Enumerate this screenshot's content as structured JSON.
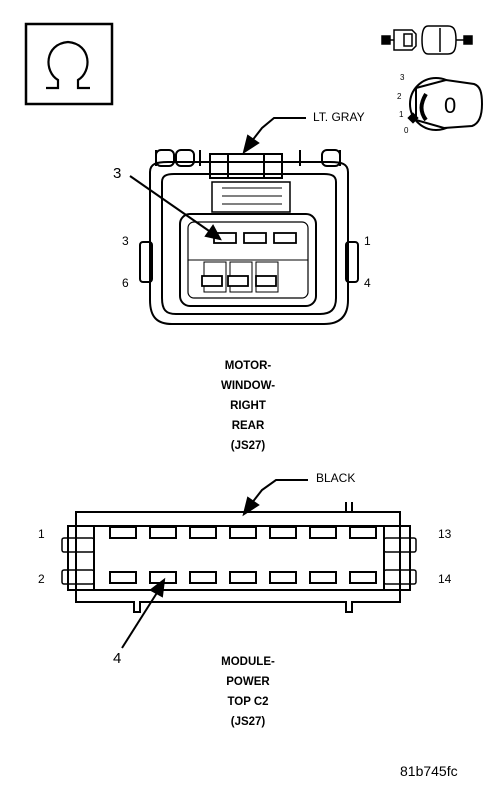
{
  "connector1": {
    "color_label": "LT. GRAY",
    "callout": "3",
    "pin_labels": {
      "top_left": "3",
      "top_right": "1",
      "bottom_left": "6",
      "bottom_right": "4"
    },
    "title_lines": [
      "MOTOR-",
      "WINDOW-",
      "RIGHT",
      "REAR",
      "(JS27)"
    ]
  },
  "connector2": {
    "color_label": "BLACK",
    "callout": "4",
    "pin_labels": {
      "top_left": "1",
      "bottom_left": "2",
      "top_right": "13",
      "bottom_right": "14"
    },
    "title_lines": [
      "MODULE-",
      "POWER",
      "TOP C2",
      "(JS27)"
    ]
  },
  "key_icon": {
    "positions": [
      "3",
      "2",
      "1",
      "0"
    ],
    "key_label": "0"
  },
  "figure_id": "81b745fc",
  "icons": [
    "ohm-symbol-icon",
    "connector-plug-icon",
    "ignition-key-icon"
  ]
}
